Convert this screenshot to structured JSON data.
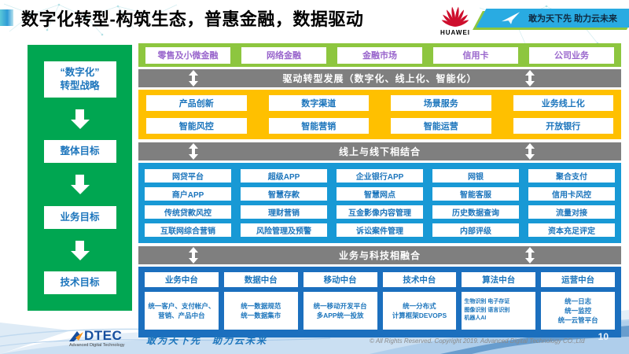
{
  "header": {
    "title": "数字化转型-构筑生态，普惠金融，数据驱动",
    "huawei_brand": "HUAWEI",
    "banner_slogan": "敢为天下先 助力云未来"
  },
  "sidebar": {
    "items": [
      "“数字化”\n转型战略",
      "整体目标",
      "业务目标",
      "技术目标"
    ]
  },
  "bands": {
    "business_lines": [
      "零售及小微金融",
      "网络金融",
      "金融市场",
      "信用卡",
      "公司业务"
    ],
    "drive_label": "驱动转型发展（数字化、线上化、智能化）",
    "yellow_items": [
      "产品创新",
      "数字渠道",
      "场景服务",
      "业务线上化",
      "智能风控",
      "智能营销",
      "智能运营",
      "开放银行"
    ],
    "online_offline_label": "线上与线下相结合",
    "blue_items": [
      "网贷平台",
      "超级APP",
      "企业银行APP",
      "网银",
      "聚合支付",
      "商户APP",
      "智慧存款",
      "智慧网点",
      "智能客服",
      "信用卡风控",
      "传统贷款风控",
      "理财营销",
      "互金影像内容管理",
      "历史数据查询",
      "流量对接",
      "互联网综合营销",
      "风险管理及预警",
      "诉讼案件管理",
      "内部评级",
      "资本充足评定"
    ],
    "tech_fusion_label": "业务与科技相融合",
    "platforms": [
      {
        "label": "业务中台",
        "detail": "统一客户、支付帐户、营销、产品中台"
      },
      {
        "label": "数据中台",
        "detail": "统一数据规范\n统一数据集市"
      },
      {
        "label": "移动中台",
        "detail": "统一移动开发平台\n多APP统一投放"
      },
      {
        "label": "技术中台",
        "detail": "统一分布式\n计算框架DEVOPS"
      },
      {
        "label": "算法中台",
        "detail": "生物识别 电子存证\n图像识别 语言识别\n机器人AI"
      },
      {
        "label": "运营中台",
        "detail": "统一日志\n统一监控\n统一云管平台"
      }
    ]
  },
  "footer": {
    "brand": "DTEC",
    "brand_sub": "Advanced Digital Technology",
    "slogan": "敢为天下先　助力云未来",
    "copyright": "© All Rights Reserved. Copyright 2019. Advanced Digital Technology CO.,Ltd",
    "page_number": "10"
  },
  "colors": {
    "sidebar_green": "#00A651",
    "band_green": "#8DC63F",
    "band_gray": "#7F7F7F",
    "band_yellow": "#FFC000",
    "band_blue": "#1899D5",
    "band_navy": "#1B6FBE",
    "box_text_blue": "#1C75BC",
    "box_text_purple": "#9966CC",
    "huawei_red": "#CE0E2D",
    "banner_cyan": "#29ABE2"
  }
}
